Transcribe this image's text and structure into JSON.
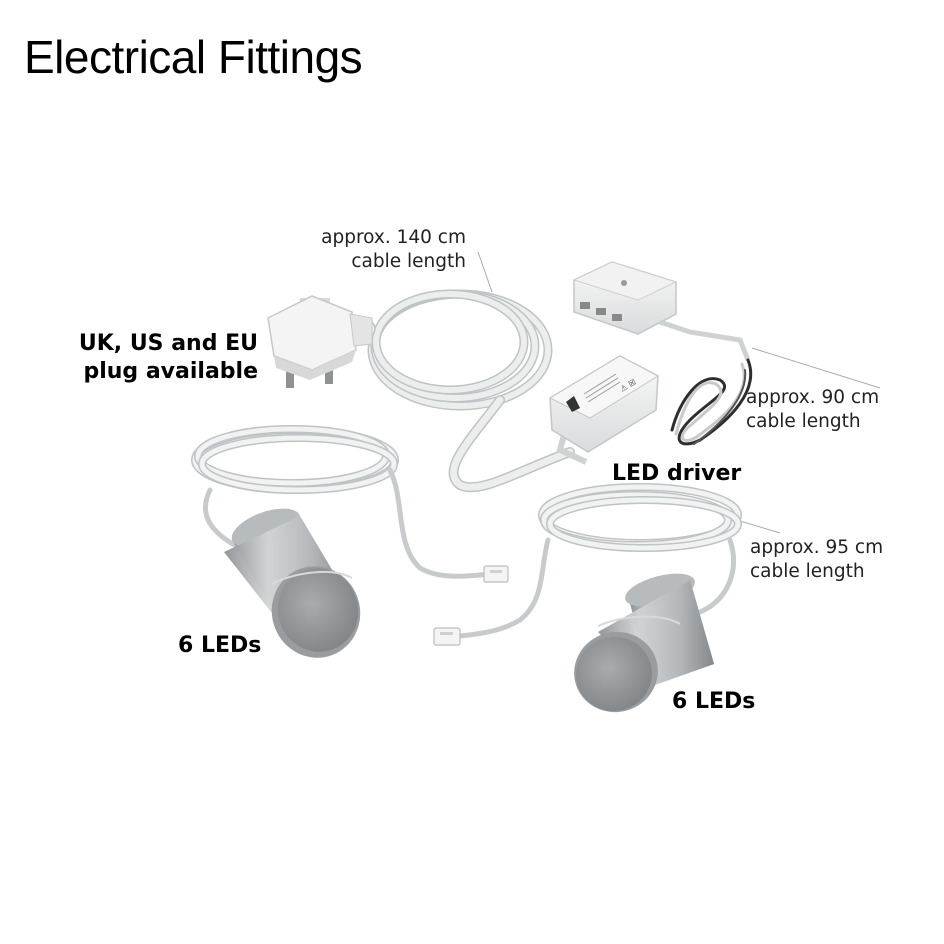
{
  "title": "Electrical Fittings",
  "callouts": {
    "plug_cable": {
      "line1": "approx. 140 cm",
      "line2": "cable length"
    },
    "driver_cable": {
      "line1": "approx. 90 cm",
      "line2": "cable length"
    },
    "led_cable": {
      "line1": "approx. 95 cm",
      "line2": "cable length"
    }
  },
  "labels": {
    "plug": {
      "line1": "UK, US and EU",
      "line2": "plug available"
    },
    "driver": "LED driver",
    "led_left": "6 LEDs",
    "led_right": "6 LEDs"
  },
  "colors": {
    "cable": "#e6e8e8",
    "cable_shadow": "#b9bdbf",
    "plug_body": "#f2f2f2",
    "metal_light": "#c9cbcd",
    "metal_dark": "#8e9194",
    "leader_line": "#999999",
    "dark_cable": "#2e2e2e"
  }
}
